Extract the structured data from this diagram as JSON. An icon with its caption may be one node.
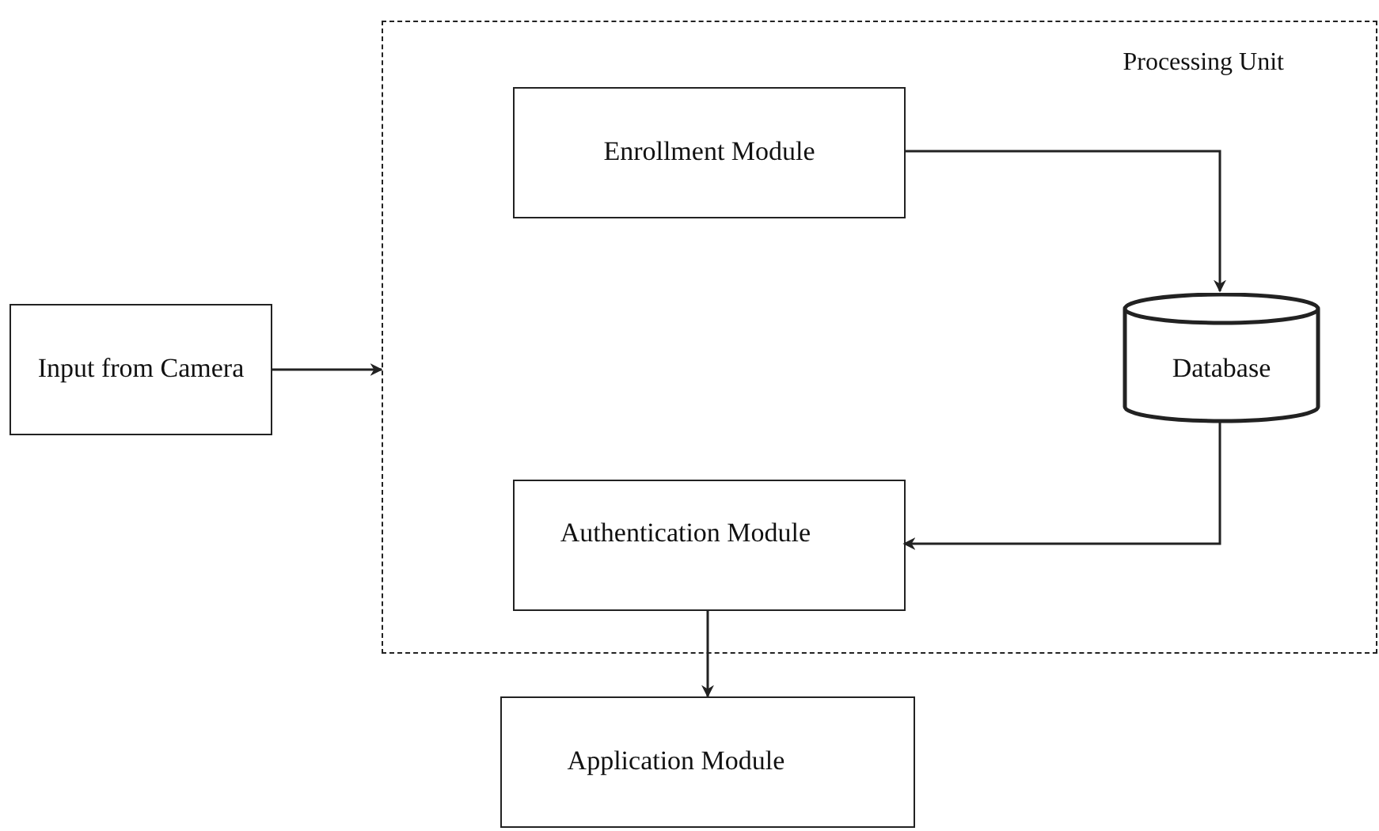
{
  "diagram": {
    "nodes": [
      {
        "text": [
          "Input from Camera"
        ]
      },
      {
        "text": [
          "Processing Unit"
        ]
      },
      {
        "text": [
          "Enrollment Module"
        ],
        "in": 1
      },
      {
        "text": [
          "Database"
        ],
        "in": 1
      },
      {
        "text": [
          "Authentication Module"
        ],
        "in": 1
      },
      {
        "text": [
          "Application Module"
        ]
      }
    ],
    "edges": [
      {
        "from": 0,
        "to": 1,
        "arrow": "to"
      },
      {
        "from": 2,
        "to": 3,
        "arrow": "to"
      },
      {
        "from": 3,
        "to": 4,
        "arrow": "to"
      },
      {
        "from": 4,
        "to": 5,
        "arrow": "to"
      }
    ]
  }
}
